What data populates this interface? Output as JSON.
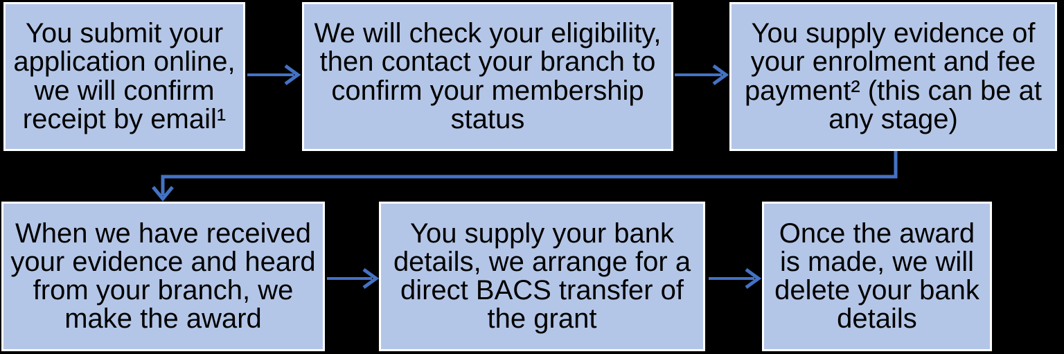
{
  "diagram": {
    "type": "flowchart",
    "title": "",
    "theme": {
      "background": "#000000",
      "box_fill": "#b4c6e7",
      "box_border": "#ffffff",
      "arrow_color": "#4472c4",
      "text_color": "#000000"
    },
    "steps": [
      {
        "id": 1,
        "text": "You submit your\napplication online,\nwe will confirm\nreceipt by email¹"
      },
      {
        "id": 2,
        "text": "We will check your eligibility,\nthen contact your branch to\nconfirm your membership\nstatus"
      },
      {
        "id": 3,
        "text": "You supply evidence of\nyour enrolment and fee\npayment² (this can be at\nany stage)"
      },
      {
        "id": 4,
        "text": "When we have received\nyour evidence and heard\nfrom your branch, we\nmake the award"
      },
      {
        "id": 5,
        "text": "You supply your bank\ndetails, we arrange for a\ndirect BACS transfer of\nthe grant"
      },
      {
        "id": 6,
        "text": "Once the award\nis made, we will\ndelete your bank\ndetails"
      }
    ],
    "connectors": [
      {
        "from": 1,
        "to": 2,
        "style": "straight-right-arrow"
      },
      {
        "from": 2,
        "to": 3,
        "style": "straight-right-arrow"
      },
      {
        "from": 3,
        "to": 4,
        "style": "elbow-down-left-down-arrow"
      },
      {
        "from": 4,
        "to": 5,
        "style": "straight-right-arrow"
      },
      {
        "from": 5,
        "to": 6,
        "style": "straight-right-arrow"
      }
    ]
  }
}
